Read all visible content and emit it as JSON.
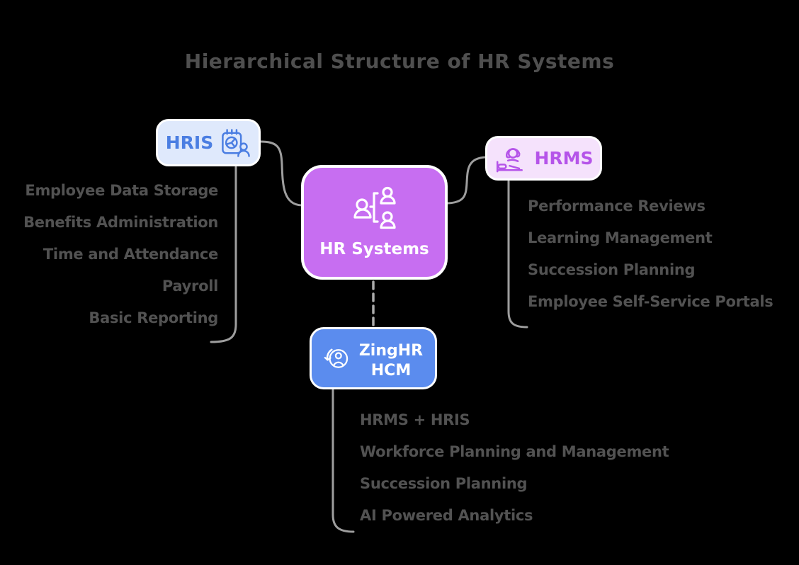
{
  "title": "Hierarchical Structure of HR Systems",
  "colors": {
    "background": "#000000",
    "title_text": "#4f4f4f",
    "list_text": "#525252",
    "connector": "#9e9e9e",
    "connector_dashed": "#ababab",
    "node_border": "#ffffff",
    "hris_bg": "#dfe9fc",
    "hris_accent": "#4b7ee2",
    "hrms_bg": "#f5e2fc",
    "hrms_accent": "#b554e9",
    "hr_systems_bg": "#c76ef1",
    "hr_systems_text": "#ffffff",
    "zinghr_bg": "#5b8cee",
    "zinghr_text": "#ffffff"
  },
  "central_node": {
    "label": "HR Systems",
    "icon": "org-hierarchy-icon"
  },
  "hris": {
    "label": "HRIS",
    "icon": "calendar-chart-person-icon",
    "items": [
      "Employee Data Storage",
      "Benefits Administration",
      "Time and Attendance",
      "Payroll",
      "Basic Reporting"
    ]
  },
  "hrms": {
    "label": "HRMS",
    "icon": "headset-person-desk-icon",
    "items": [
      "Performance Reviews",
      "Learning Management",
      "Succession Planning",
      "Employee Self-Service Portals"
    ]
  },
  "zinghr": {
    "label_line1": "ZingHR",
    "label_line2": "HCM",
    "icon": "person-cycle-icon",
    "items": [
      "HRMS + HRIS",
      "Workforce Planning and Management",
      "Succession Planning",
      "AI Powered Analytics"
    ]
  }
}
